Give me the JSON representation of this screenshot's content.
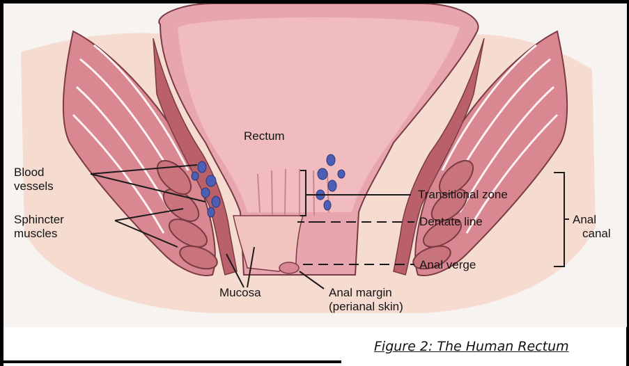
{
  "diagram": {
    "labels": {
      "rectum": "Rectum",
      "blood_vessels_1": "Blood",
      "blood_vessels_2": "vessels",
      "sphincter_1": "Sphincter",
      "sphincter_2": "muscles",
      "mucosa": "Mucosa",
      "transitional_zone": "Transitional zone",
      "dentate_line": "Dentate line",
      "anal_verge": "Anal verge",
      "anal_margin_1": "Anal margin",
      "anal_margin_2": "(perianal skin)",
      "anal_canal_1": "Anal",
      "anal_canal_2": "canal"
    },
    "colors": {
      "background_tissue": "#f6dcd0",
      "rectum_pink": "#e7a6ad",
      "rectum_inner": "#f0bcc0",
      "muscle": "#c9737c",
      "muscle_dark": "#a9535d",
      "vessel_blue": "#4d5fb4",
      "outline": "#7a3a44"
    }
  },
  "caption": "Figure 2: The Human Rectum"
}
